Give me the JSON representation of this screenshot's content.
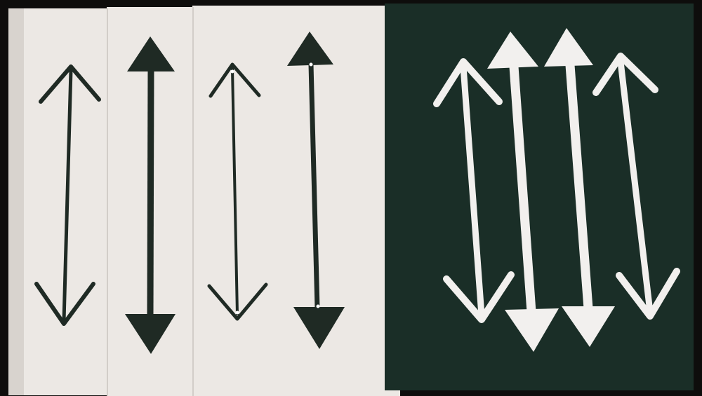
{
  "photo": {
    "colors": {
      "background": "#0e0d0c",
      "paper": "#ece8e4",
      "paper_shade": "#dedad6",
      "ink": "#1f2a24",
      "board": "#1a2e27",
      "white_ink": "#f2f0ee"
    },
    "panels": [
      {
        "name": "paper-strip-1",
        "color": "paper"
      },
      {
        "name": "paper-strip-2",
        "color": "paper"
      },
      {
        "name": "paper-sheet-right",
        "color": "paper"
      },
      {
        "name": "dark-green-board",
        "color": "board"
      }
    ],
    "arrows": [
      {
        "name": "arrow-1",
        "color": "ink",
        "top_head": "open",
        "bottom_head": "open"
      },
      {
        "name": "arrow-2",
        "color": "ink",
        "top_head": "filled",
        "bottom_head": "filled"
      },
      {
        "name": "arrow-3",
        "color": "ink",
        "top_head": "open",
        "bottom_head": "open"
      },
      {
        "name": "arrow-4",
        "color": "ink",
        "top_head": "filled",
        "bottom_head": "filled"
      },
      {
        "name": "arrow-5",
        "color": "white_ink",
        "top_head": "open",
        "bottom_head": "open"
      },
      {
        "name": "arrow-6",
        "color": "white_ink",
        "top_head": "filled",
        "bottom_head": "filled"
      },
      {
        "name": "arrow-7",
        "color": "white_ink",
        "top_head": "filled",
        "bottom_head": "filled"
      },
      {
        "name": "arrow-8",
        "color": "white_ink",
        "top_head": "open",
        "bottom_head": "open"
      }
    ]
  }
}
